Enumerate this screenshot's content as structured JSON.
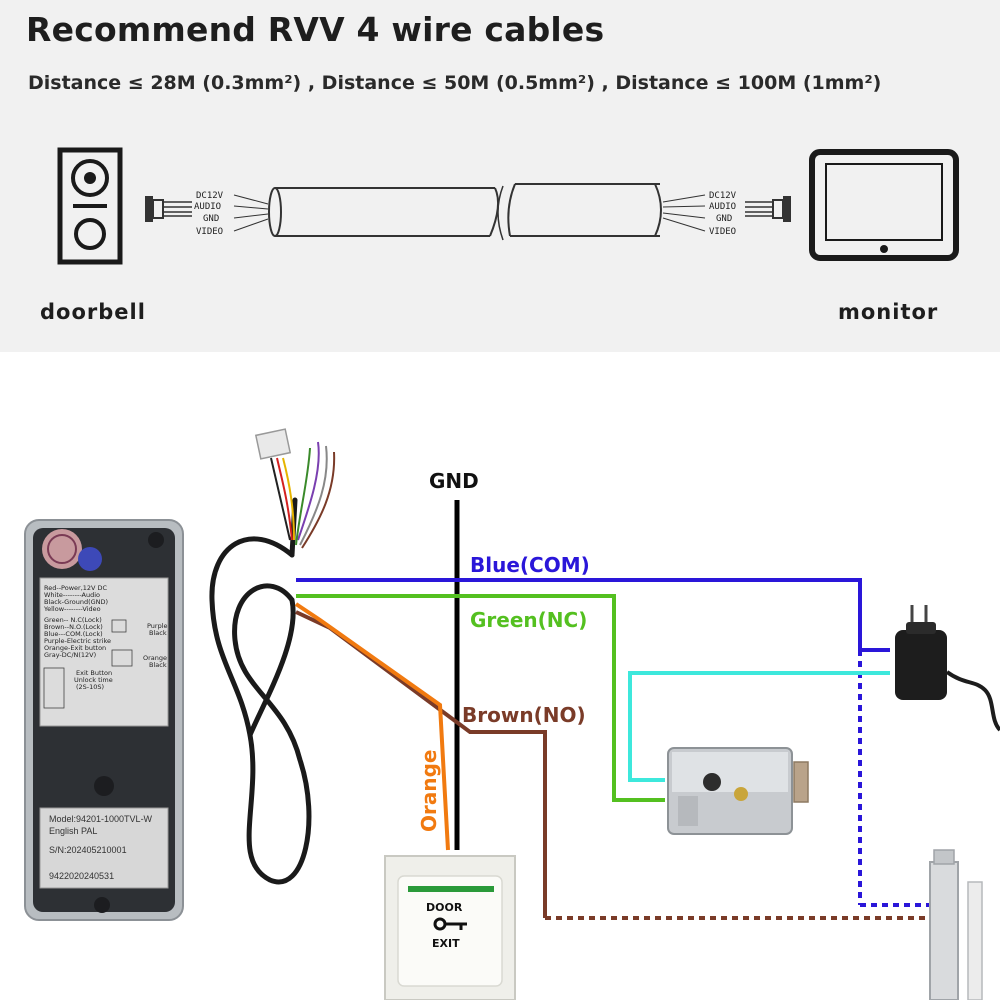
{
  "header": {
    "title": "Recommend RVV 4 wire cables",
    "spec": "Distance ≤ 28M (0.3mm²) ,  Distance ≤ 50M (0.5mm²) , Distance ≤ 100M (1mm²)"
  },
  "cable_diagram": {
    "doorbell_label": "doorbell",
    "monitor_label": "monitor",
    "pins": [
      "DC12V",
      "AUDIO",
      "GND",
      "VIDEO"
    ]
  },
  "wiring": {
    "gnd_label": "GND",
    "blue_label": "Blue(COM)",
    "green_label": "Green(NC)",
    "brown_label": "Brown(NO)",
    "orange_label": "Orange",
    "colors": {
      "blue": "#2a16d9",
      "green": "#54c020",
      "cyan": "#3de8dc",
      "brown": "#7a3b28",
      "orange": "#f17a10",
      "gnd": "#000000"
    }
  },
  "device_label": {
    "legend": [
      "Red--Power,12V DC",
      "White--------Audio",
      "Black-Ground(GND)",
      "Yellow--------Video",
      "Green-- N.C(Lock)",
      "Brown--N.O.(Lock)",
      "Blue---COM.(Lock)",
      "Purple-Electric strike",
      "Orange-Exit button",
      "Gray-DC/N(12V)"
    ],
    "purple_black": [
      "Purple",
      "Black"
    ],
    "orange_black": [
      "Orange",
      "Black"
    ],
    "unlock": [
      "Exit Button",
      "Unlock time",
      "(2S-10S)"
    ],
    "model": "Model:94201-1000TVL-W",
    "lang": "English PAL",
    "serial": "S/N:202405210001",
    "barcode_no": "9422020240531"
  },
  "exit_button": {
    "door": "DOOR",
    "exit": "EXIT"
  }
}
